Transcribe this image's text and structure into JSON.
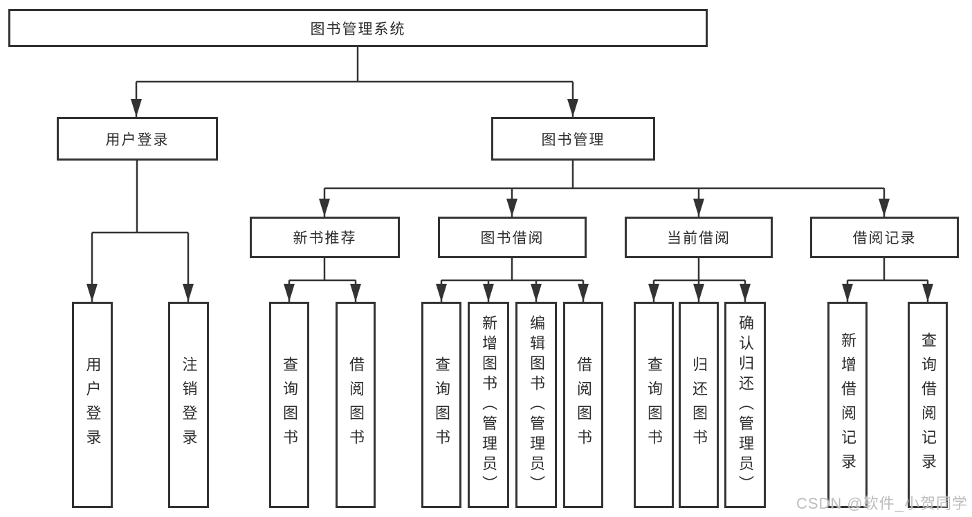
{
  "diagram": {
    "tree": {
      "label": "图书管理系统",
      "children": [
        {
          "label": "用户登录",
          "children": [
            {
              "label": "用户登录"
            },
            {
              "label": "注销登录"
            }
          ]
        },
        {
          "label": "图书管理",
          "children": [
            {
              "label": "新书推荐",
              "children": [
                {
                  "label": "查询图书"
                },
                {
                  "label": "借阅图书"
                }
              ]
            },
            {
              "label": "图书借阅",
              "children": [
                {
                  "label": "查询图书"
                },
                {
                  "label": "新增图书（管理员）"
                },
                {
                  "label": "编辑图书（管理员）"
                },
                {
                  "label": "借阅图书"
                }
              ]
            },
            {
              "label": "当前借阅",
              "children": [
                {
                  "label": "查询图书"
                },
                {
                  "label": "归还图书"
                },
                {
                  "label": "确认归还（管理员）"
                }
              ]
            },
            {
              "label": "借阅记录",
              "children": [
                {
                  "label": "新增借阅记录"
                },
                {
                  "label": "查询借阅记录"
                }
              ]
            }
          ]
        }
      ]
    },
    "colors": {
      "line": "#333333",
      "box_border": "#333333",
      "text": "#2d2d2d",
      "background": "#ffffff",
      "watermark": "#b9b9b9"
    }
  },
  "watermark": {
    "text": "CSDN @软件_小贺同学"
  }
}
